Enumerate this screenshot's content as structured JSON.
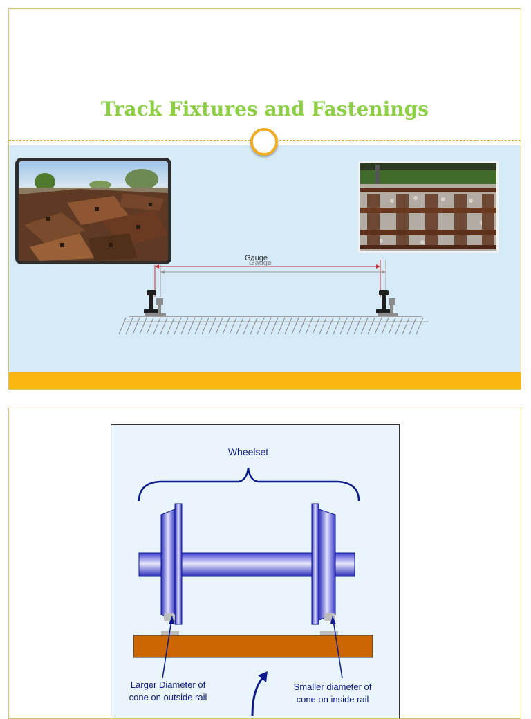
{
  "slide1": {
    "title": "Track Fixtures and Fastenings",
    "gauge_label": "Gauge",
    "gauge_label_shadow": "Gauge",
    "photo_left_subject": "scrap rail fastening plates",
    "photo_right_subject": "rail track with sleepers and ballast"
  },
  "slide2": {
    "wheelset_label": "Wheelset",
    "left_caption_line1": "Larger Diameter of",
    "left_caption_line2": "cone on outside rail",
    "right_caption_line1": "Smaller diameter of",
    "right_caption_line2": "cone on inside rail"
  },
  "colors": {
    "title_green": "#8ccf45",
    "band_blue": "#d6eaf8",
    "band_orange": "#fbb70f",
    "ring_orange": "#f0ad23",
    "rail_bar": "#cc6600",
    "wheel_blue": "#5050d8",
    "label_navy": "#0b1a8c"
  }
}
